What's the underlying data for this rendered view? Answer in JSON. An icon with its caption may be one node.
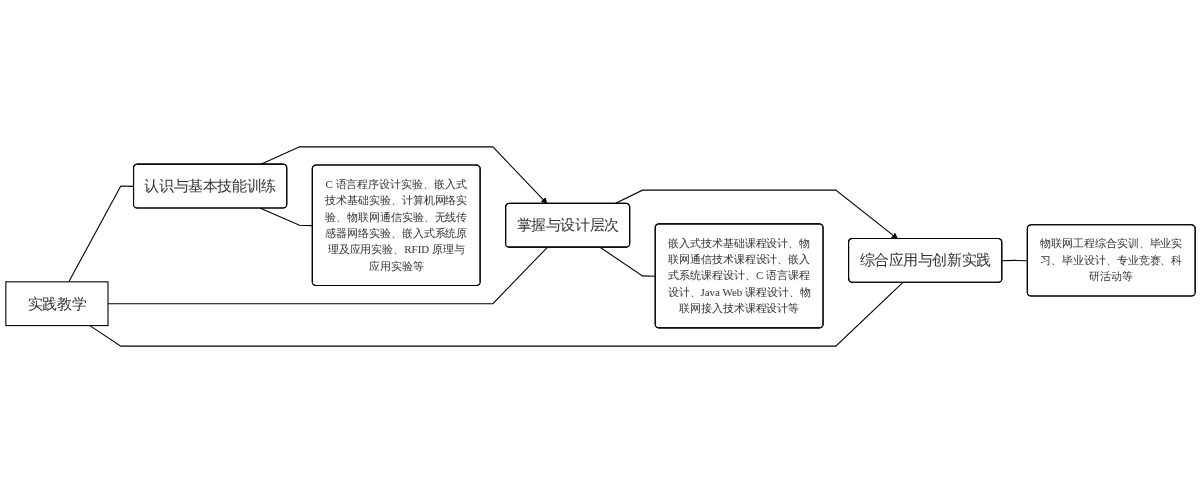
{
  "diagram": {
    "nodes": [
      {
        "text": [
          "实践教学"
        ]
      },
      {
        "text": [
          "认识与基本技能训练"
        ]
      },
      {
        "text": [
          "掌握与设计层次"
        ]
      },
      {
        "text": [
          "综合应用与创新实践"
        ]
      },
      {
        "text": [
          "C 语言程序设计实验、嵌入式技术基础实验、计算机网络实验、物联网通信实验、无线传感器网络实验、嵌入式系统原理及应用实验、RFID 原理与应用实验等"
        ]
      },
      {
        "text": [
          "嵌入式技术基础课程设计、物联网通信技术课程设计、嵌入式系统课程设计、C 语言课程设计、Java Web 课程设计、物联网接入技术课程设计等"
        ]
      },
      {
        "text": [
          "物联网工程综合实训、毕业实习、毕业设计、专业竞赛、科研活动等"
        ]
      }
    ],
    "edges": [
      {
        "from": 0,
        "to": 1,
        "arrow": "none"
      },
      {
        "from": 0,
        "to": 2,
        "arrow": "none"
      },
      {
        "from": 0,
        "to": 3,
        "arrow": "none"
      },
      {
        "from": 1,
        "to": 2,
        "arrow": "to"
      },
      {
        "from": 2,
        "to": 3,
        "arrow": "to"
      },
      {
        "from": 1,
        "to": 4,
        "arrow": "none"
      },
      {
        "from": 2,
        "to": 5,
        "arrow": "none"
      },
      {
        "from": 3,
        "to": 6,
        "arrow": "none"
      }
    ]
  }
}
